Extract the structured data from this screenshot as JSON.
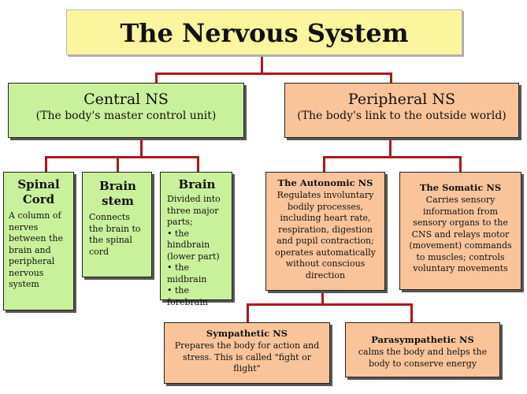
{
  "title": "The Nervous System",
  "central": {
    "heading": "Central NS",
    "subtitle": "(The body's master control unit)"
  },
  "peripheral": {
    "heading": "Peripheral NS",
    "subtitle": "(The body's link to the outside world)"
  },
  "spinal_cord": {
    "heading": "Spinal Cord",
    "body": "A column of nerves between the brain and peripheral nervous system"
  },
  "brain_stem": {
    "heading": "Brain stem",
    "body": "Connects the brain to the spinal cord"
  },
  "brain": {
    "heading": "Brain",
    "intro": "Divided into three major parts;",
    "items": [
      "• the hindbrain (lower part)",
      "• the midbrain",
      "• the forebrain"
    ]
  },
  "autonomic": {
    "heading": "The Autonomic NS",
    "body": "Regulates involuntary bodily processes, including heart rate, respiration, digestion and pupil contraction; operates automatically without conscious direction"
  },
  "somatic": {
    "heading": "The Somatic NS",
    "body": "Carries sensory information from sensory organs to the CNS and relays motor (movement) commands to muscles; controls voluntary movements"
  },
  "sympathetic": {
    "heading": "Sympathetic NS",
    "body": "Prepares the body for action and stress. This is called \"fight or flight\""
  },
  "parasympathetic": {
    "heading": "Parasympathetic NS",
    "body": "calms the body and helps the body to conserve energy"
  }
}
